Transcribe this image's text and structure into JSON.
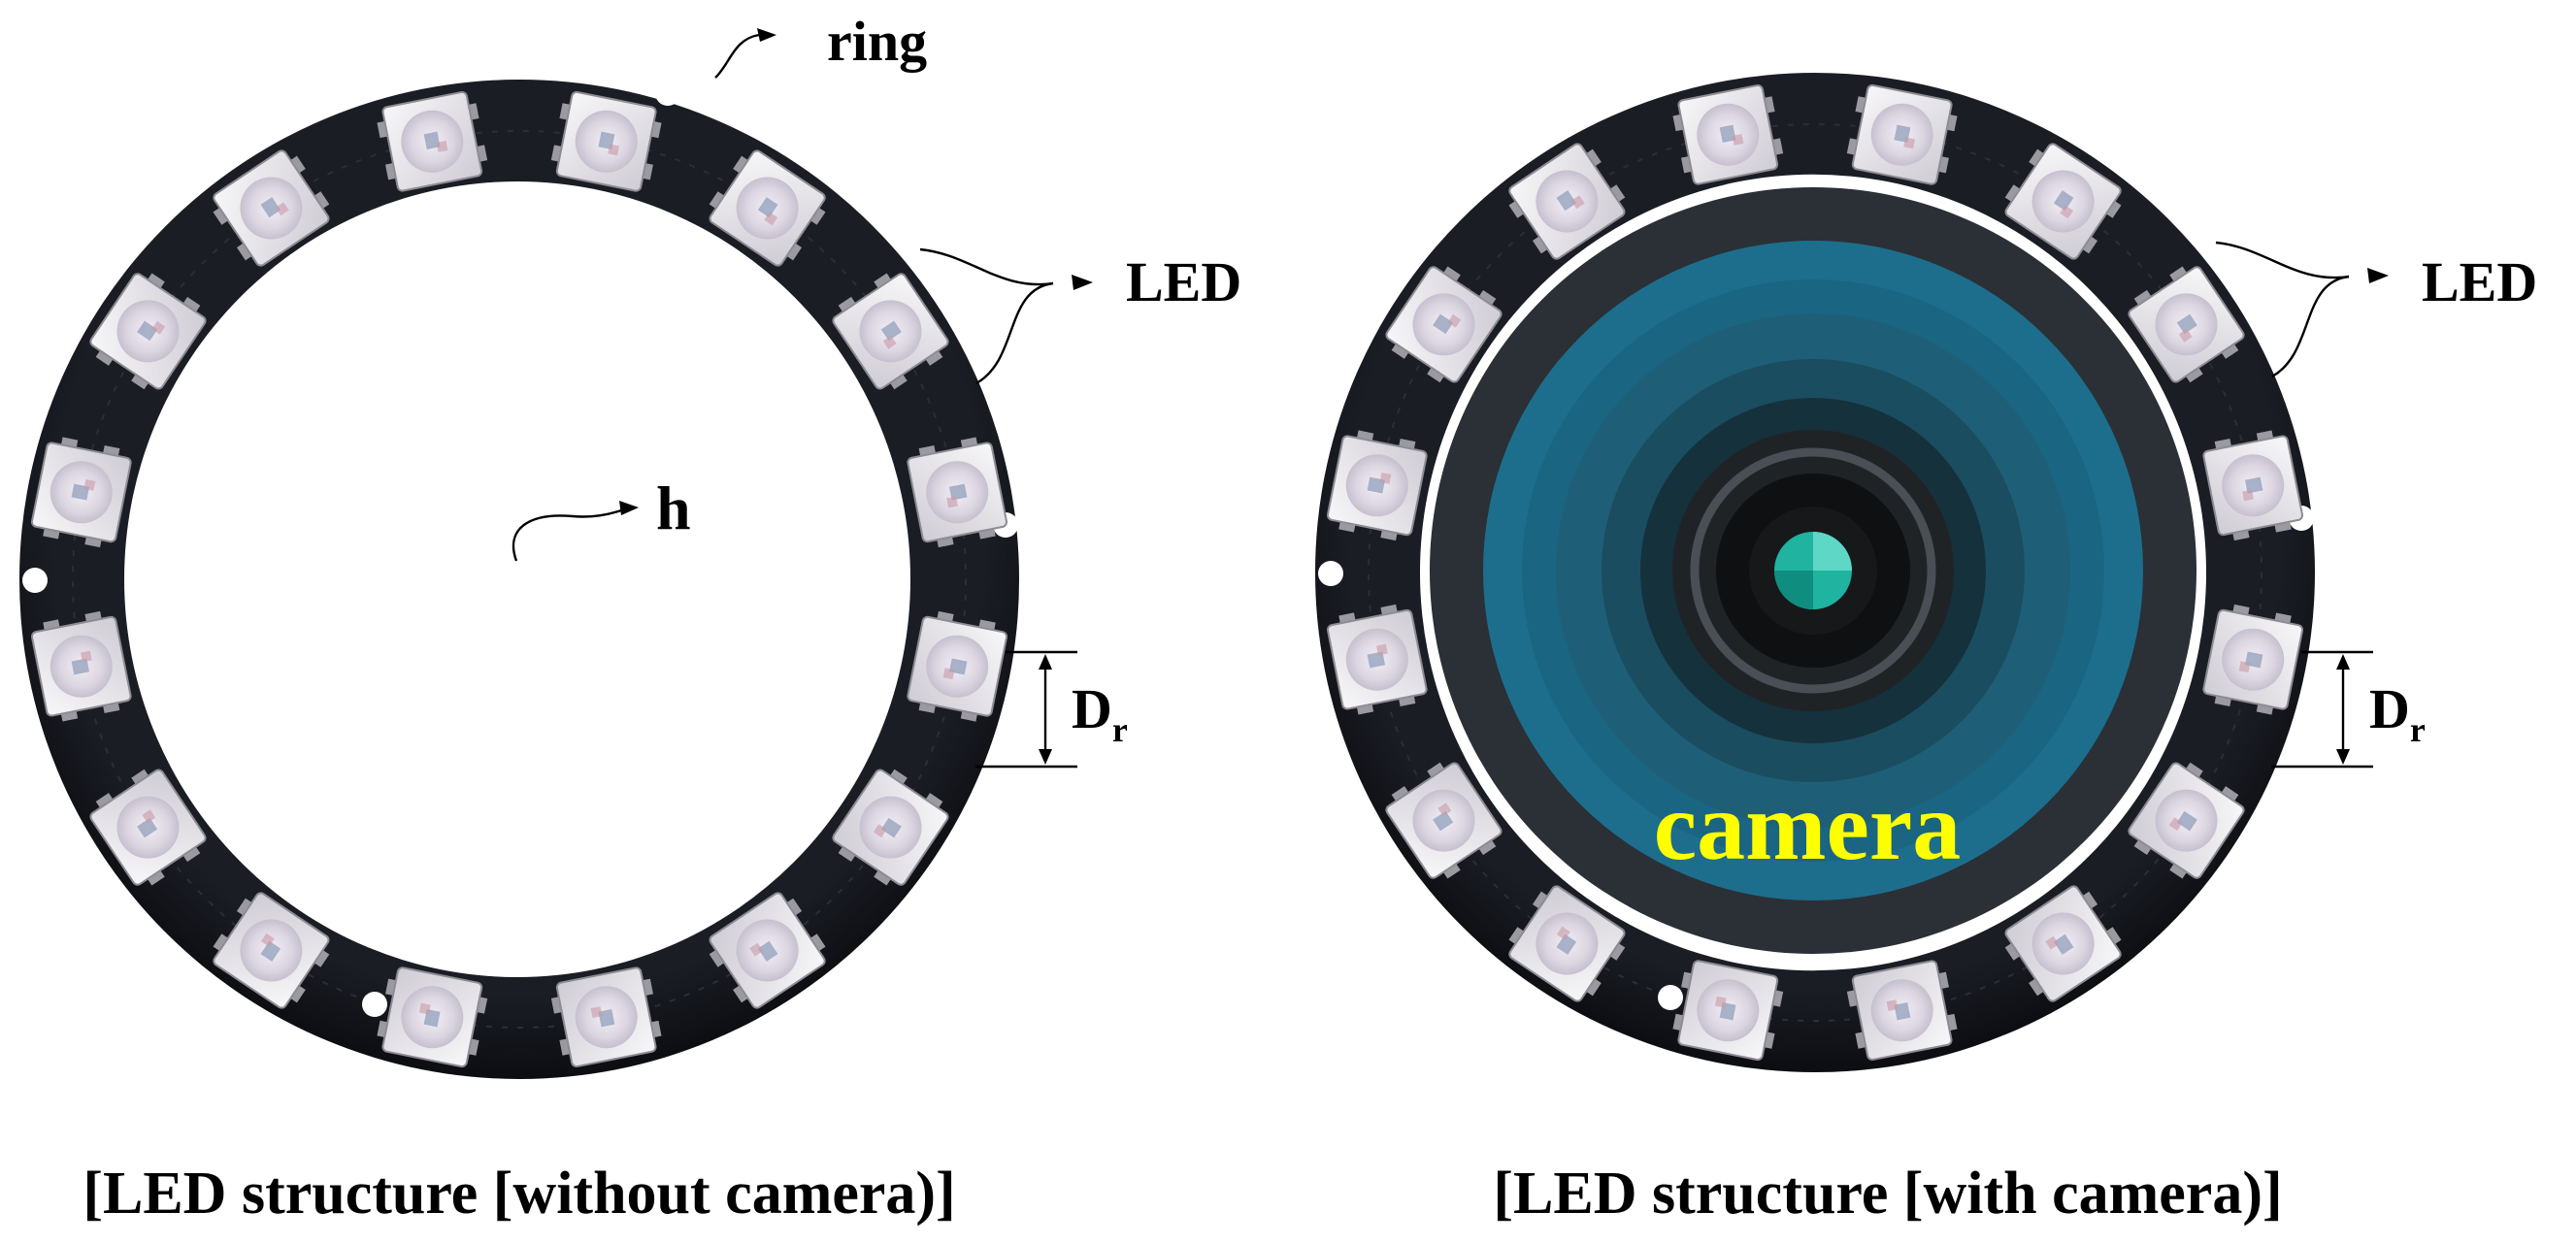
{
  "left_panel": {
    "label_ring": "ring",
    "label_led": "LED",
    "label_hole": "h",
    "label_dim_main": "D",
    "label_dim_sub": "r",
    "caption": "[LED structure [without camera)]"
  },
  "right_panel": {
    "label_led": "LED",
    "label_dim_main": "D",
    "label_dim_sub": "r",
    "label_camera": "camera",
    "caption": "[LED structure [with camera)]"
  },
  "led_count": 16,
  "colors": {
    "pcb": "#14161c",
    "led_body": "#e8e6ea",
    "lens_teal": "#1b6f8c",
    "lens_core": "#1fb3a0",
    "camera_text": "#ffff00"
  }
}
